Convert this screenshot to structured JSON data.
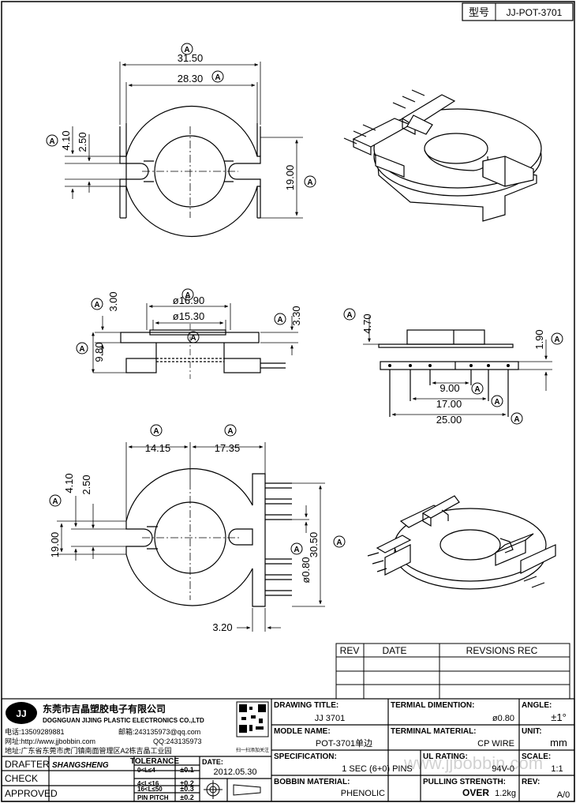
{
  "header": {
    "model_label": "型号",
    "model_value": "JJ-POT-3701"
  },
  "balloon": "A",
  "dims": {
    "top_outer": "31.50",
    "top_inner": "28.30",
    "top_h1": "4.10",
    "top_h2": "2.50",
    "top_right": "19.00",
    "mid_flange": "3.00",
    "mid_outer_dia": "ø16.90",
    "mid_inner_dia": "ø15.30",
    "mid_right": "3.30",
    "mid_total": "9.80",
    "side_top": "4.70",
    "side_pin": "1.90",
    "side_w1": "9.00",
    "side_w2": "17.00",
    "side_w3": "25.00",
    "bot_left": "14.15",
    "bot_right": "17.35",
    "bot_h1": "4.10",
    "bot_h2": "2.50",
    "bot_h3": "19.00",
    "bot_pin_dia": "ø0.80",
    "bot_height": "30.50",
    "bot_pitch": "3.20"
  },
  "rev_table": {
    "rev": "REV",
    "date": "DATE",
    "records": "REVSIONS REC"
  },
  "company": {
    "logo": "JJ",
    "name_cn": "东莞市吉晶塑胶电子有限公司",
    "name_en": "DOGNGUAN JIJING PLASTIC ELECTRONICS CO.,LTD",
    "phone": "电话:13509289881",
    "mail": "邮箱:243135973@qq.com",
    "web": "网址:http://www.jjbobbin.com",
    "qq": "QQ:243135973",
    "addr": "地址:广东省东莞市虎门镇南面管理区A2栋吉晶工业园",
    "qr_caption": "扫一扫添加关注"
  },
  "fields": {
    "drawing_title_label": "DRAWING TITLE:",
    "drawing_title": "JJ  3701",
    "terminal_dim_label": "TERMIAL DIMENTION:",
    "terminal_dim": "ø0.80",
    "angle_label": "ANGLE:",
    "angle": "±1°",
    "model_name_label": "MODLE NAME:",
    "model_name": "POT-3701单边",
    "terminal_mat_label": "TERMINAL MATERIAL:",
    "terminal_mat": "CP WIRE",
    "unit_label": "UNIT:",
    "unit": "mm",
    "spec_label": "SPECIFICATION:",
    "spec": "1 SEC (6+0) PINS",
    "ul_label": "UL RATING:",
    "ul": "94V-0",
    "scale_label": "SCALE:",
    "scale": "1:1",
    "bobbin_label": "BOBBIN  MATERIAL:",
    "bobbin": "PHENOLIC",
    "pull_label": "PULLING STRENGTH:",
    "pull_over": "OVER",
    "pull_val": "1.2kg",
    "rev_label": "REV:",
    "rev": "A/0",
    "drafter_label": "DRAFTER",
    "drafter_sig": "SHANGSHENG",
    "check_label": "CHECK",
    "approved_label": "APPROVED",
    "tol_label": "TOLERANCE",
    "tol_rows": [
      {
        "r": "0<L≤4",
        "v": "±0.1"
      },
      {
        "r": "4<L≤16",
        "v": "±0.2"
      },
      {
        "r": "16<L≤50",
        "v": "±0.3"
      },
      {
        "r": "PIN PITCH",
        "v": "±0.2"
      }
    ],
    "date_label": "DATE:",
    "date": "2012.05.30"
  },
  "watermark": "www.jjbobbin.com"
}
